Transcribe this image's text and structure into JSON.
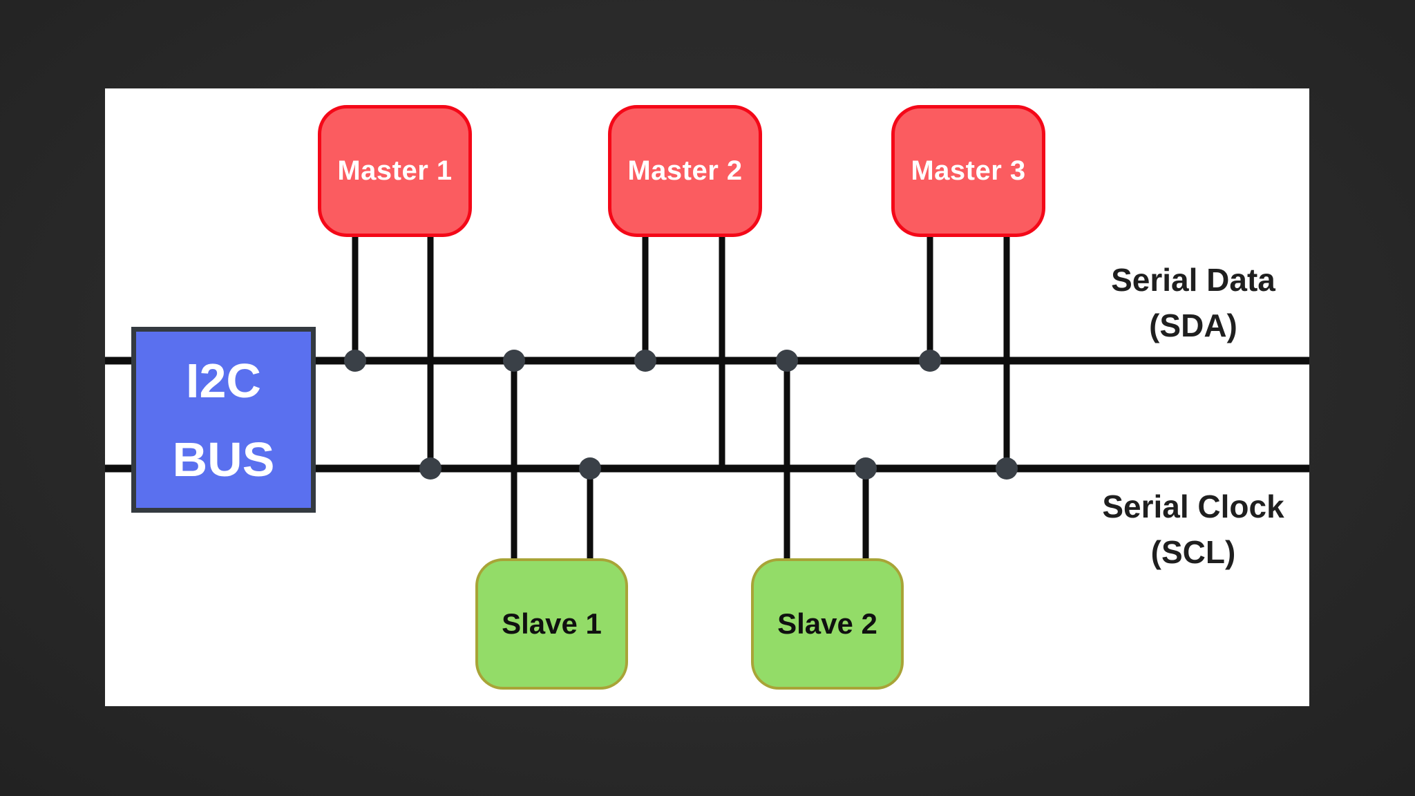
{
  "diagram": {
    "bus_box": {
      "line1": "I2C",
      "line2": "BUS"
    },
    "masters": [
      {
        "label": "Master 1"
      },
      {
        "label": "Master 2"
      },
      {
        "label": "Master 3"
      }
    ],
    "slaves": [
      {
        "label": "Slave 1"
      },
      {
        "label": "Slave 2"
      }
    ],
    "signals": {
      "sda": {
        "name_line1": "Serial Data",
        "name_line2": "(SDA)"
      },
      "scl": {
        "name_line1": "Serial Clock",
        "name_line2": "(SCL)"
      }
    },
    "colors": {
      "background": "#2c2c2c",
      "panel": "#ffffff",
      "master_fill": "#fb5c60",
      "master_border": "#f40818",
      "slave_fill": "#93dc68",
      "slave_border": "#a8a437",
      "bus_box_fill": "#5a70ef",
      "bus_box_border": "#343a40",
      "wire": "#0d0d0d",
      "junction_dot": "#3a4047",
      "signal_label_text": "#1f1f1f"
    }
  }
}
